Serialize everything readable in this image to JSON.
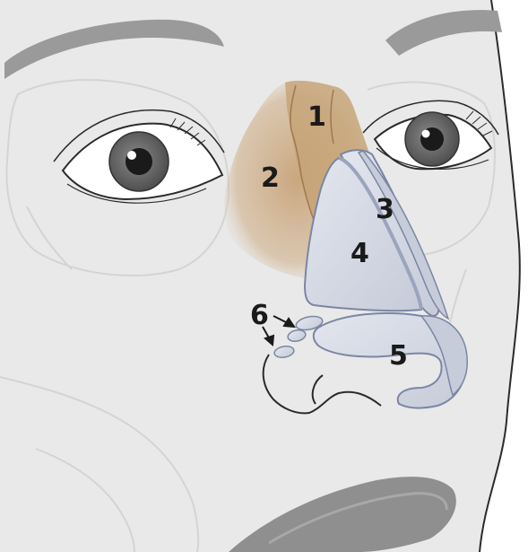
{
  "labels": {
    "nasal_bone": "1",
    "maxilla_frontal_process": "2",
    "septal_cartilage": "3",
    "upper_lateral_cartilage": "4",
    "lower_lateral_cartilage": "5",
    "sesamoid_cartilages": "6"
  },
  "colors": {
    "skin": "#e9e9e9",
    "skin_outline": "#2b2b2b",
    "skull_faint": "#dcdcdc",
    "bone": "#c9a57a",
    "cartilage_fill": "#d7dbe6",
    "cartilage_stroke": "#7a86a3",
    "eyebrow": "#8f8f8f",
    "lip": "#8f8f8f"
  }
}
